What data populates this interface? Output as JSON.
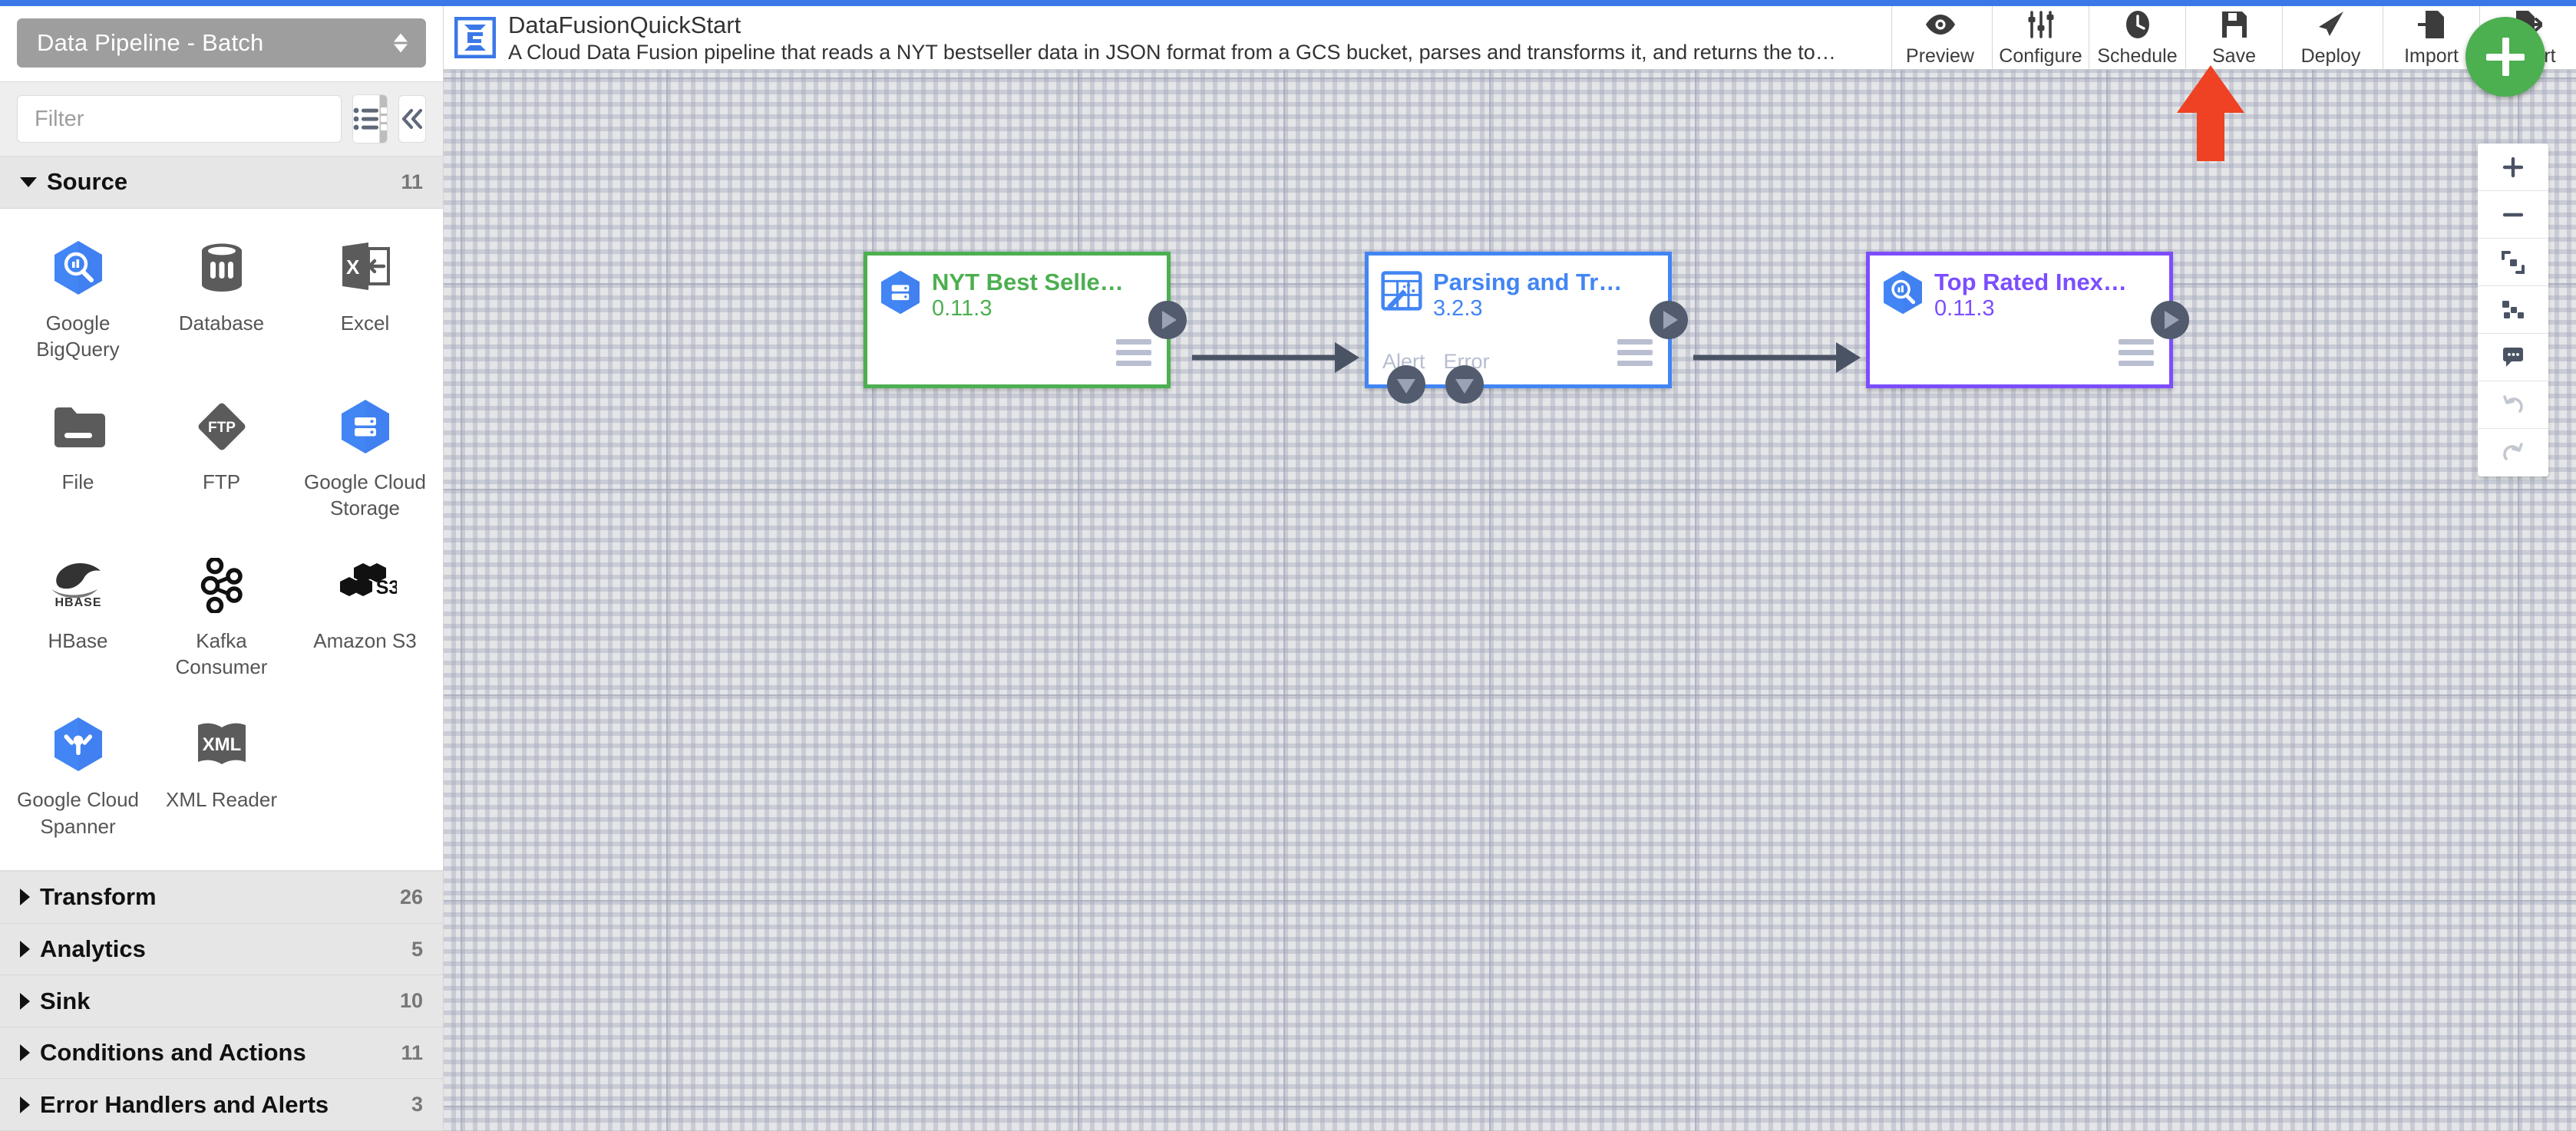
{
  "theme": {
    "accent_blue": "#3b78e7",
    "node_green": "#4caf50",
    "node_blue": "#4285f4",
    "node_purple": "#7c4dff",
    "annotation_red": "#ef4123",
    "canvas_bg": "#e4e5e7",
    "fab_green": "#4caf50"
  },
  "sidebar": {
    "pipeline_type": "Data Pipeline - Batch",
    "filter_placeholder": "Filter",
    "filter_value": "",
    "view_list_icon": "list-view-icon",
    "view_grid_icon": "grid-view-icon",
    "collapse_icon": "double-chevron-left-icon",
    "source_group": {
      "label": "Source",
      "count": "11",
      "expanded": true,
      "plugins": [
        {
          "name": "Google BigQuery",
          "icon": "google-bigquery-icon"
        },
        {
          "name": "Database",
          "icon": "database-cylinder-icon"
        },
        {
          "name": "Excel",
          "icon": "excel-icon"
        },
        {
          "name": "File",
          "icon": "file-folder-icon"
        },
        {
          "name": "FTP",
          "icon": "ftp-diamond-icon"
        },
        {
          "name": "Google Cloud Storage",
          "icon": "google-cloud-storage-icon"
        },
        {
          "name": "HBase",
          "icon": "hbase-orca-icon"
        },
        {
          "name": "Kafka Consumer",
          "icon": "kafka-icon"
        },
        {
          "name": "Amazon S3",
          "icon": "amazon-s3-icon"
        },
        {
          "name": "Google Cloud Spanner",
          "icon": "google-cloud-spanner-icon"
        },
        {
          "name": "XML Reader",
          "icon": "xml-reader-icon"
        }
      ]
    },
    "groups": [
      {
        "label": "Transform",
        "count": "26"
      },
      {
        "label": "Analytics",
        "count": "5"
      },
      {
        "label": "Sink",
        "count": "10"
      },
      {
        "label": "Conditions and Actions",
        "count": "11"
      },
      {
        "label": "Error Handlers and Alerts",
        "count": "3"
      }
    ]
  },
  "toolbar": {
    "logo_icon": "cdap-logo-icon",
    "title": "DataFusionQuickStart",
    "description": "A Cloud Data Fusion pipeline that reads a NYT bestseller data in JSON format from a GCS bucket, parses and transforms it, and returns the top rated book…",
    "actions": [
      {
        "label": "Preview",
        "icon": "eye-icon"
      },
      {
        "label": "Configure",
        "icon": "sliders-icon"
      },
      {
        "label": "Schedule",
        "icon": "clock-icon"
      },
      {
        "label": "Save",
        "icon": "floppy-disk-icon"
      },
      {
        "label": "Deploy",
        "icon": "paper-plane-icon"
      },
      {
        "label": "Import",
        "icon": "import-arrow-icon"
      },
      {
        "label": "Export",
        "icon": "export-arrow-icon"
      }
    ],
    "add_button_icon": "plus-icon"
  },
  "canvas": {
    "nodes": [
      {
        "name": "NYT Best Selle…",
        "version": "0.11.3",
        "color": "green",
        "icon": "google-cloud-storage-icon",
        "ports": [],
        "menu_icon": "node-menu-icon"
      },
      {
        "name": "Parsing and Tr…",
        "version": "3.2.3",
        "color": "blue",
        "icon": "wrangler-icon",
        "ports": [
          "Alert",
          "Error"
        ],
        "menu_icon": "node-menu-icon"
      },
      {
        "name": "Top Rated Inex…",
        "version": "0.11.3",
        "color": "purple",
        "icon": "google-bigquery-icon",
        "ports": [],
        "menu_icon": "node-menu-icon"
      }
    ],
    "annotation": {
      "type": "arrow",
      "points_to": "Deploy",
      "color": "#ef4123"
    },
    "controls": [
      {
        "icon": "zoom-in-icon",
        "label": "+",
        "disabled": false
      },
      {
        "icon": "zoom-out-icon",
        "label": "−",
        "disabled": false
      },
      {
        "icon": "fit-to-screen-icon",
        "label": "",
        "disabled": false
      },
      {
        "icon": "align-nodes-icon",
        "label": "",
        "disabled": false
      },
      {
        "icon": "comment-icon",
        "label": "",
        "disabled": false
      },
      {
        "icon": "undo-icon",
        "label": "",
        "disabled": true
      },
      {
        "icon": "redo-icon",
        "label": "",
        "disabled": true
      }
    ]
  }
}
